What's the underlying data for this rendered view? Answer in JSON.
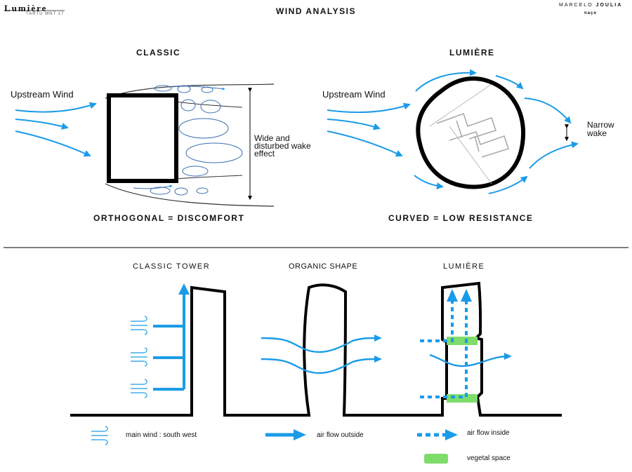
{
  "header": {
    "brand": "Lumière",
    "brand_sub": "TARTU MNT 17",
    "title": "WIND ANALYSIS",
    "logo_line1_regular": "MARCELO",
    "logo_line1_bold": "JOULIA",
    "logo_line2": "naço"
  },
  "top": {
    "classic": {
      "heading": "CLASSIC",
      "upstream": "Upstream Wind",
      "wake": "Wide and disturbed wake effect",
      "caption": "ORTHOGONAL = DISCOMFORT"
    },
    "lumiere": {
      "heading": "LUMIÈRE",
      "upstream": "Upstream Wind",
      "wake": "Narrow wake",
      "caption": "CURVED = LOW RESISTANCE"
    }
  },
  "bottom": {
    "classic_tower": "CLASSIC TOWER",
    "organic_shape": "ORGANIC SHAPE",
    "lumiere": "LUMIÈRE"
  },
  "legend": {
    "main_wind": "main wind : south west",
    "air_outside": "air flow outside",
    "air_inside": "air flow inside",
    "vegetal": "vegetal space"
  },
  "colors": {
    "wind": "#1a9be8",
    "vegetal": "#7ddc6a",
    "line": "#000000"
  },
  "icons": [
    "wind-icon",
    "arrow-icon",
    "dotted-arrow-icon"
  ]
}
